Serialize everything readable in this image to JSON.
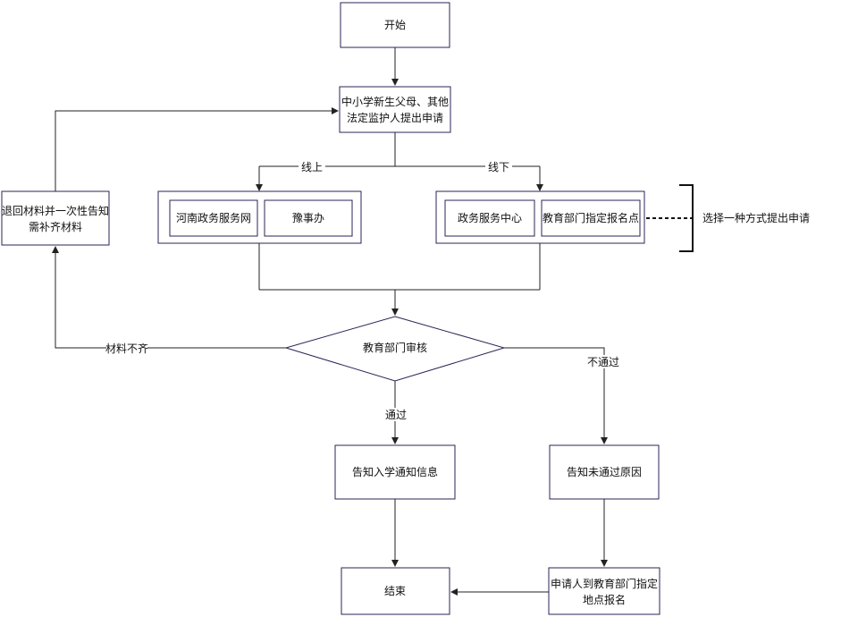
{
  "nodes": {
    "start": "开始",
    "apply": [
      "中小学新生父母、其他",
      "法定监护人提出申请"
    ],
    "online_henan": "河南政务服务网",
    "online_yushiban": "豫事办",
    "offline_center": "政务服务中心",
    "offline_point": "教育部门指定报名点",
    "return_materials": [
      "退回材料并一次性告知",
      "需补齐材料"
    ],
    "review": "教育部门审核",
    "notify_admission": "告知入学通知信息",
    "notify_reason": "告知未通过原因",
    "go_register": [
      "申请人到教育部门指定",
      "地点报名"
    ],
    "end": "结束"
  },
  "edge_labels": {
    "online": "线上",
    "offline": "线下",
    "incomplete": "材料不齐",
    "pass": "通过",
    "fail": "不通过"
  },
  "annotation": "选择一种方式提出申请",
  "colors": {
    "box_border": "#2a2456",
    "line": "#222222",
    "text": "#111111"
  }
}
